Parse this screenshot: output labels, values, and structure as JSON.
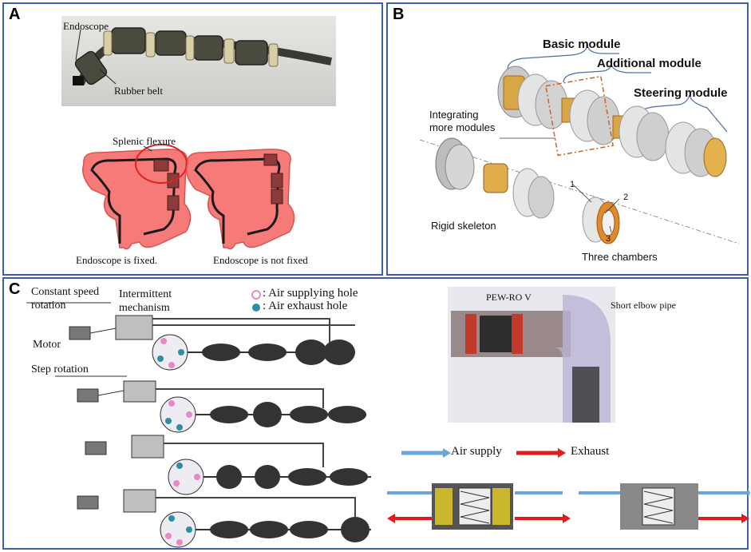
{
  "panels": {
    "A": {
      "label": "A",
      "photo_labels": {
        "endoscope": "Endoscope",
        "rubber_belt": "Rubber belt"
      },
      "splenic_flexure": "Splenic flexure",
      "caption_fixed": "Endoscope is fixed.",
      "caption_not_fixed": "Endoscope is not fixed"
    },
    "B": {
      "label": "B",
      "basic_module": "Basic module",
      "additional_module": "Additional module",
      "steering_module": "Steering module",
      "integrating_line1": "Integrating",
      "integrating_line2": "more modules",
      "rigid_skeleton": "Rigid skeleton",
      "three_chambers": "Three chambers",
      "chamber_numbers": [
        "1",
        "2",
        "3"
      ]
    },
    "C": {
      "label": "C",
      "constant_speed_line1": "Constant speed",
      "constant_speed_line2": "rotation",
      "intermittent_line1": "Intermittent",
      "intermittent_line2": "mechanism",
      "motor": "Motor",
      "step_rotation": "Step rotation",
      "legend_supply": ": Air supplying hole",
      "legend_exhaust": ": Air exhaust hole",
      "pew": "PEW-RO V",
      "elbow": "Short elbow pipe",
      "air_supply": "Air supply",
      "exhaust": "Exhaust"
    }
  },
  "colors": {
    "border": "#3f5ea8",
    "colon": "#f57a78",
    "supply_arrow": "#6aa6dc",
    "exhaust_arrow": "#e8191c",
    "supply_hole": "#e889c4",
    "exhaust_hole": "#2f8ea3",
    "module_gold": "#c98a3a"
  }
}
